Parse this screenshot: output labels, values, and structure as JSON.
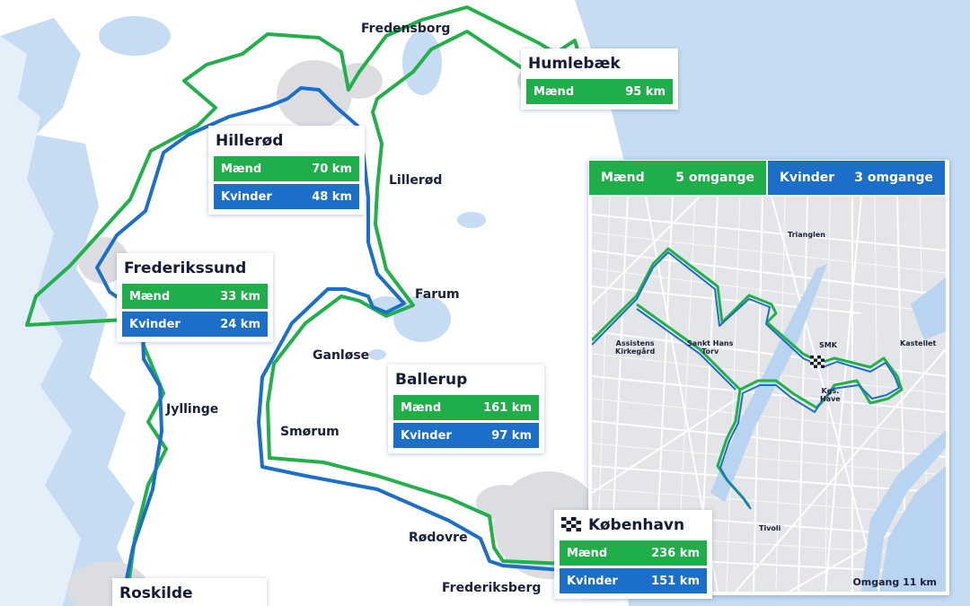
{
  "colors": {
    "water": "#c6dcf3",
    "urban": "#dcdde1",
    "men_route": "#22b04b",
    "women_route": "#1c6fc9",
    "card_men": "#1fae4a",
    "card_women": "#1c6fc9"
  },
  "towns": {
    "fredensborg": "Fredensborg",
    "lillerod": "Lillerød",
    "farum": "Farum",
    "ganlose": "Ganløse",
    "smorum": "Smørum",
    "jyllinge": "Jyllinge",
    "rodovre": "Rødovre",
    "frederiksberg": "Frederiksberg"
  },
  "cards": {
    "humlebaek": {
      "title": "Humlebæk",
      "men_label": "Mænd",
      "men_km": "95 km"
    },
    "hillerod": {
      "title": "Hillerød",
      "men_label": "Mænd",
      "men_km": "70 km",
      "women_label": "Kvinder",
      "women_km": "48 km"
    },
    "frederikssund": {
      "title": "Frederikssund",
      "men_label": "Mænd",
      "men_km": "33 km",
      "women_label": "Kvinder",
      "women_km": "24 km"
    },
    "ballerup": {
      "title": "Ballerup",
      "men_label": "Mænd",
      "men_km": "161 km",
      "women_label": "Kvinder",
      "women_km": "97 km"
    },
    "kobenhavn": {
      "title": "København",
      "men_label": "Mænd",
      "men_km": "236 km",
      "women_label": "Kvinder",
      "women_km": "151 km",
      "icon": "checkered-flag-icon"
    },
    "roskilde": {
      "title": "Roskilde"
    }
  },
  "inset": {
    "men_label": "Mænd",
    "men_laps": "5 omgange",
    "women_label": "Kvinder",
    "women_laps": "3 omgange",
    "labels": {
      "trianglen": "Trianglen",
      "assistens": "Assistens\nKirkegård",
      "sankthans": "Sankt Hans\nTorv",
      "smk": "SMK",
      "kastellet": "Kastellet",
      "kgshave": "Kgs.\nHave",
      "tivoli": "Tivoli"
    },
    "lap_text": "Omgang 11 km"
  }
}
